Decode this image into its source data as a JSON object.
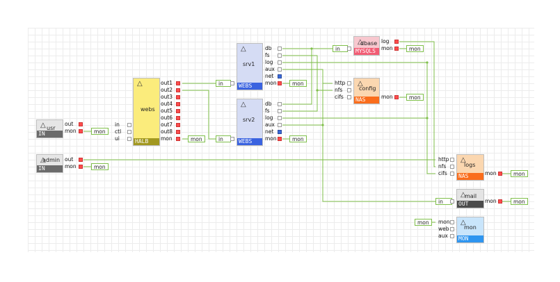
{
  "nodes": {
    "usr": {
      "title": "usr",
      "type": "IN",
      "ports": [
        "out",
        "mon"
      ]
    },
    "admin": {
      "title": "admin",
      "type": "IN",
      "ports": [
        "out",
        "mon"
      ]
    },
    "webs": {
      "title": "webs",
      "type": "HALB",
      "inputs": [
        "in",
        "ctl",
        "ui"
      ],
      "outputs": [
        "out1",
        "out2",
        "out3",
        "out4",
        "out5",
        "out6",
        "out7",
        "out8",
        "mon"
      ]
    },
    "srv1": {
      "title": "srv1",
      "type": "WEBS",
      "inputs": [
        "in"
      ],
      "outputs": [
        "db",
        "fs",
        "log",
        "aux",
        "net",
        "mon"
      ]
    },
    "srv2": {
      "title": "srv2",
      "type": "WEBS",
      "inputs": [
        "in"
      ],
      "outputs": [
        "db",
        "fs",
        "log",
        "aux",
        "net",
        "mon"
      ]
    },
    "dbase": {
      "title": "dbase",
      "type": "MYSQLS",
      "inputs": [
        "in"
      ],
      "outputs": [
        "log",
        "mon"
      ]
    },
    "config": {
      "title": "config",
      "type": "NAS",
      "inputs": [
        "http",
        "nfs",
        "cifs"
      ],
      "outputs": [
        "mon"
      ]
    },
    "logs": {
      "title": "logs",
      "type": "NAS",
      "inputs": [
        "http",
        "nfs",
        "cifs"
      ],
      "outputs": [
        "mon"
      ]
    },
    "mail": {
      "title": "mail",
      "type": "OUT",
      "inputs": [
        "in"
      ],
      "outputs": [
        "mon"
      ]
    },
    "mon": {
      "title": "mon",
      "type": "MON",
      "inputs": [
        "mon",
        "web",
        "aux"
      ]
    }
  },
  "tags": {
    "mon": "mon",
    "in": "in"
  },
  "colors": {
    "grid": "#ececec",
    "wire": "#7fbf4a",
    "in_type": "#6b6b6b",
    "halb_body": "#fbec7c",
    "halb_type": "#a29820",
    "webs_body": "#d5dcf4",
    "webs_type": "#3a63e0",
    "mysql_body": "#f8c8cf",
    "mysql_type": "#f25c74",
    "nas_body": "#fbd7b0",
    "nas_type": "#fa6d1c",
    "out_body": "#e4e4e4",
    "out_type": "#4b4b4b",
    "mon_body": "#c9e5fb",
    "mon_type": "#2e95f0"
  }
}
